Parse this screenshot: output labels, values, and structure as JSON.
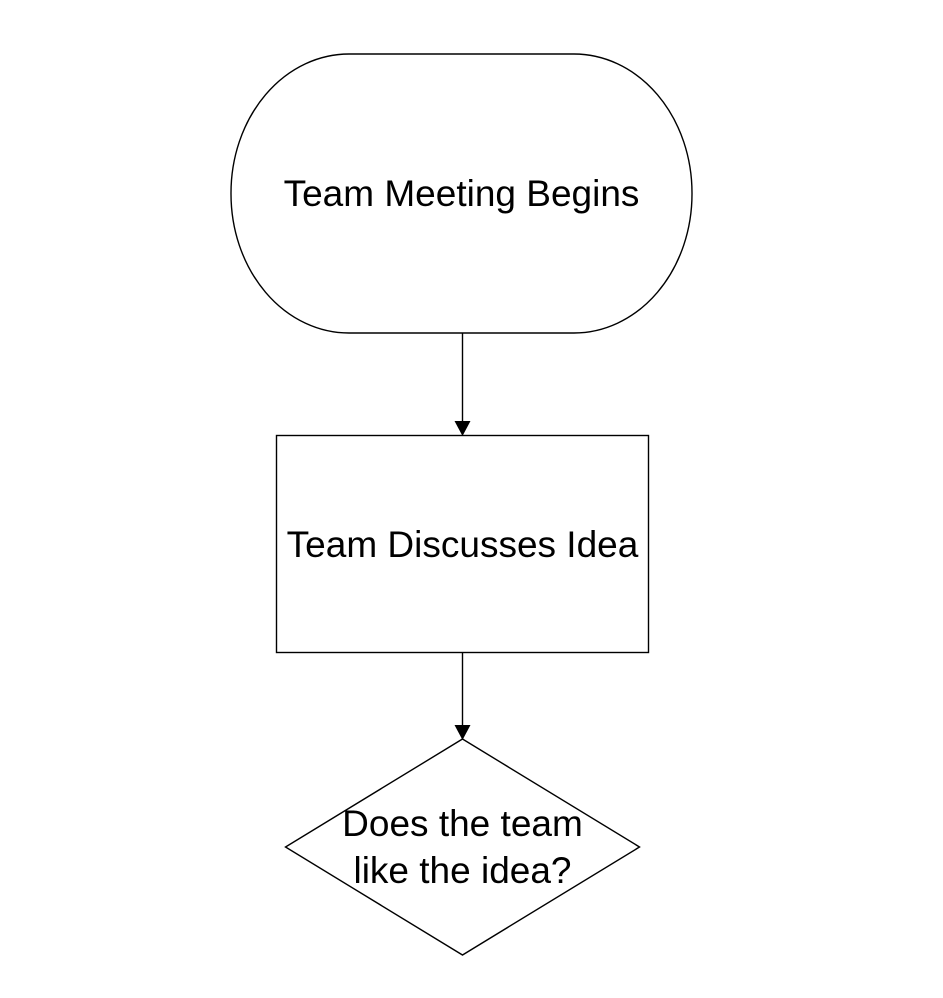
{
  "diagram": {
    "type": "flowchart",
    "background_color": "#ffffff",
    "stroke_color": "#000000",
    "text_color": "#000000",
    "nodes": [
      {
        "id": "start",
        "shape": "terminator",
        "label": "Team Meeting Begins"
      },
      {
        "id": "discuss",
        "shape": "process",
        "label": "Team Discusses Idea"
      },
      {
        "id": "decision",
        "shape": "decision",
        "label": "Does the team\nlike the idea?"
      }
    ],
    "edges": [
      {
        "from": "start",
        "to": "discuss",
        "arrow": "filled-triangle-down"
      },
      {
        "from": "discuss",
        "to": "decision",
        "arrow": "filled-triangle-down"
      }
    ]
  }
}
